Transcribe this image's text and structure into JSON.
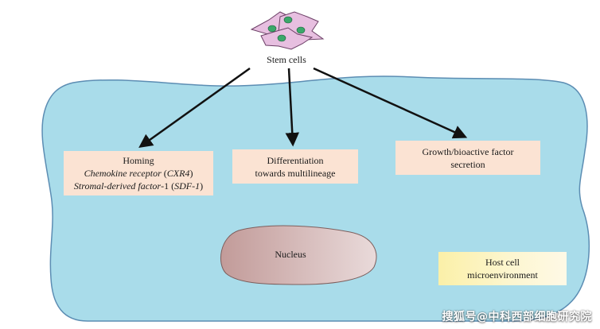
{
  "colors": {
    "host_cell_fill": "#a9dcea",
    "host_cell_stroke": "#5c8db3",
    "stem_cell_fill": "#e7bfe0",
    "stem_cell_nucleus": "#3aa86a",
    "nucleus_fill": "#c9a5a3",
    "box_peach": "#fbe3d3",
    "box_yellow": "#fcf3b6",
    "arrow": "#111111"
  },
  "stem_cells": {
    "label": "Stem cells",
    "icon": "stem-cells-icon"
  },
  "outcomes": [
    {
      "id": "homing",
      "lines": [
        {
          "segments": [
            {
              "text": "Homing",
              "italic": false
            }
          ]
        },
        {
          "segments": [
            {
              "text": "Chemokine receptor",
              "italic": true
            },
            {
              "text": " (",
              "italic": false
            },
            {
              "text": "CXR4",
              "italic": true
            },
            {
              "text": ")",
              "italic": false
            }
          ]
        },
        {
          "segments": [
            {
              "text": "Stromal-derived factor",
              "italic": true
            },
            {
              "text": "-1 (",
              "italic": false
            },
            {
              "text": "SDF-1",
              "italic": true
            },
            {
              "text": ")",
              "italic": false
            }
          ]
        }
      ]
    },
    {
      "id": "differentiation",
      "lines": [
        {
          "segments": [
            {
              "text": "Differentiation",
              "italic": false
            }
          ]
        },
        {
          "segments": [
            {
              "text": "towards multilineage",
              "italic": false
            }
          ]
        }
      ]
    },
    {
      "id": "growth",
      "lines": [
        {
          "segments": [
            {
              "text": "Growth/bioactive factor",
              "italic": false
            }
          ]
        },
        {
          "segments": [
            {
              "text": "secretion",
              "italic": false
            }
          ]
        }
      ]
    }
  ],
  "nucleus": {
    "label": "Nucleus"
  },
  "host_cell": {
    "lines": [
      {
        "segments": [
          {
            "text": "Host cell",
            "italic": false
          }
        ]
      },
      {
        "segments": [
          {
            "text": "microenvironment",
            "italic": false
          }
        ]
      }
    ]
  },
  "watermark": "搜狐号@中科西部细胞研究院"
}
